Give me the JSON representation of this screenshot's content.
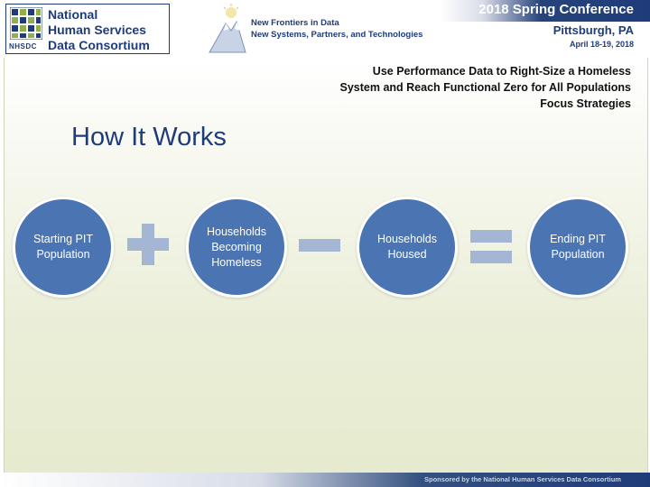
{
  "header": {
    "org": {
      "line1": "National",
      "line2": "Human Services",
      "line3": "Data Consortium",
      "abbrev": "NHSDC"
    },
    "theme": {
      "title": "New Frontiers in Data",
      "subtitle": "New Systems, Partners, and Technologies",
      "icon": "mountain-peak-icon"
    },
    "conference": {
      "title": "2018 Spring Conference",
      "location": "Pittsburgh, PA",
      "dates": "April 18-19, 2018"
    }
  },
  "slide": {
    "subtitle_lines": [
      "Use Performance Data to Right-Size a Homeless",
      "System and Reach Functional Zero for All Populations",
      "Focus Strategies"
    ],
    "title": "How It Works",
    "equation": {
      "terms": [
        {
          "label": "Starting PIT\nPopulation"
        },
        {
          "label": "Households\nBecoming\nHomeless"
        },
        {
          "label": "Households\nHoused"
        },
        {
          "label": "Ending PIT\nPopulation"
        }
      ],
      "operators": [
        "plus",
        "minus",
        "equals"
      ],
      "circle_color": "#4a74b2",
      "operator_color": "#a5b6d4"
    }
  },
  "footer": {
    "text": "Sponsored by the National Human Services Data Consortium"
  },
  "colors": {
    "brand": "#1f3c7a",
    "slide_background": "#eaeed7"
  }
}
